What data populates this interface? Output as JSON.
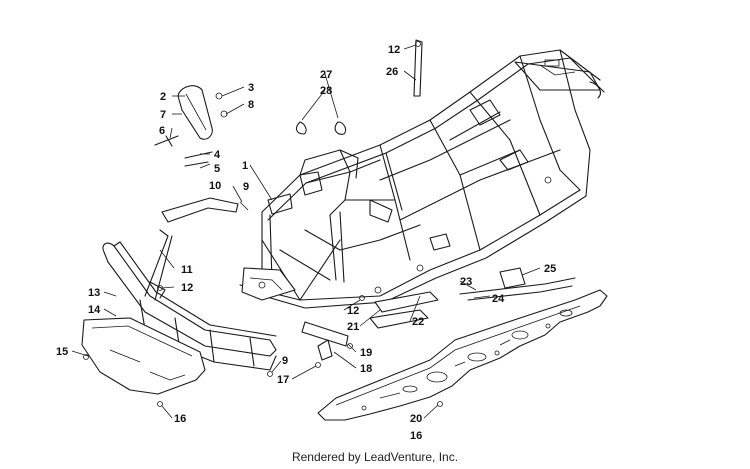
{
  "footer": {
    "text": "Rendered by LeadVenture, Inc."
  },
  "callouts": {
    "c_2": "2",
    "c_3": "3",
    "c_7": "7",
    "c_8": "8",
    "c_6": "6",
    "c_4": "4",
    "c_5": "5",
    "c_1": "1",
    "c_9a": "9",
    "c_10": "10",
    "c_11": "11",
    "c_12a": "12",
    "c_13": "13",
    "c_14": "14",
    "c_15": "15",
    "c_16a": "16",
    "c_9b": "9",
    "c_17": "17",
    "c_19": "19",
    "c_18": "18",
    "c_12b": "12",
    "c_21": "21",
    "c_22": "22",
    "c_23": "23",
    "c_24": "24",
    "c_25": "25",
    "c_20": "20",
    "c_16b": "16",
    "c_12c": "12",
    "c_26": "26",
    "c_27": "27",
    "c_28": "28"
  }
}
